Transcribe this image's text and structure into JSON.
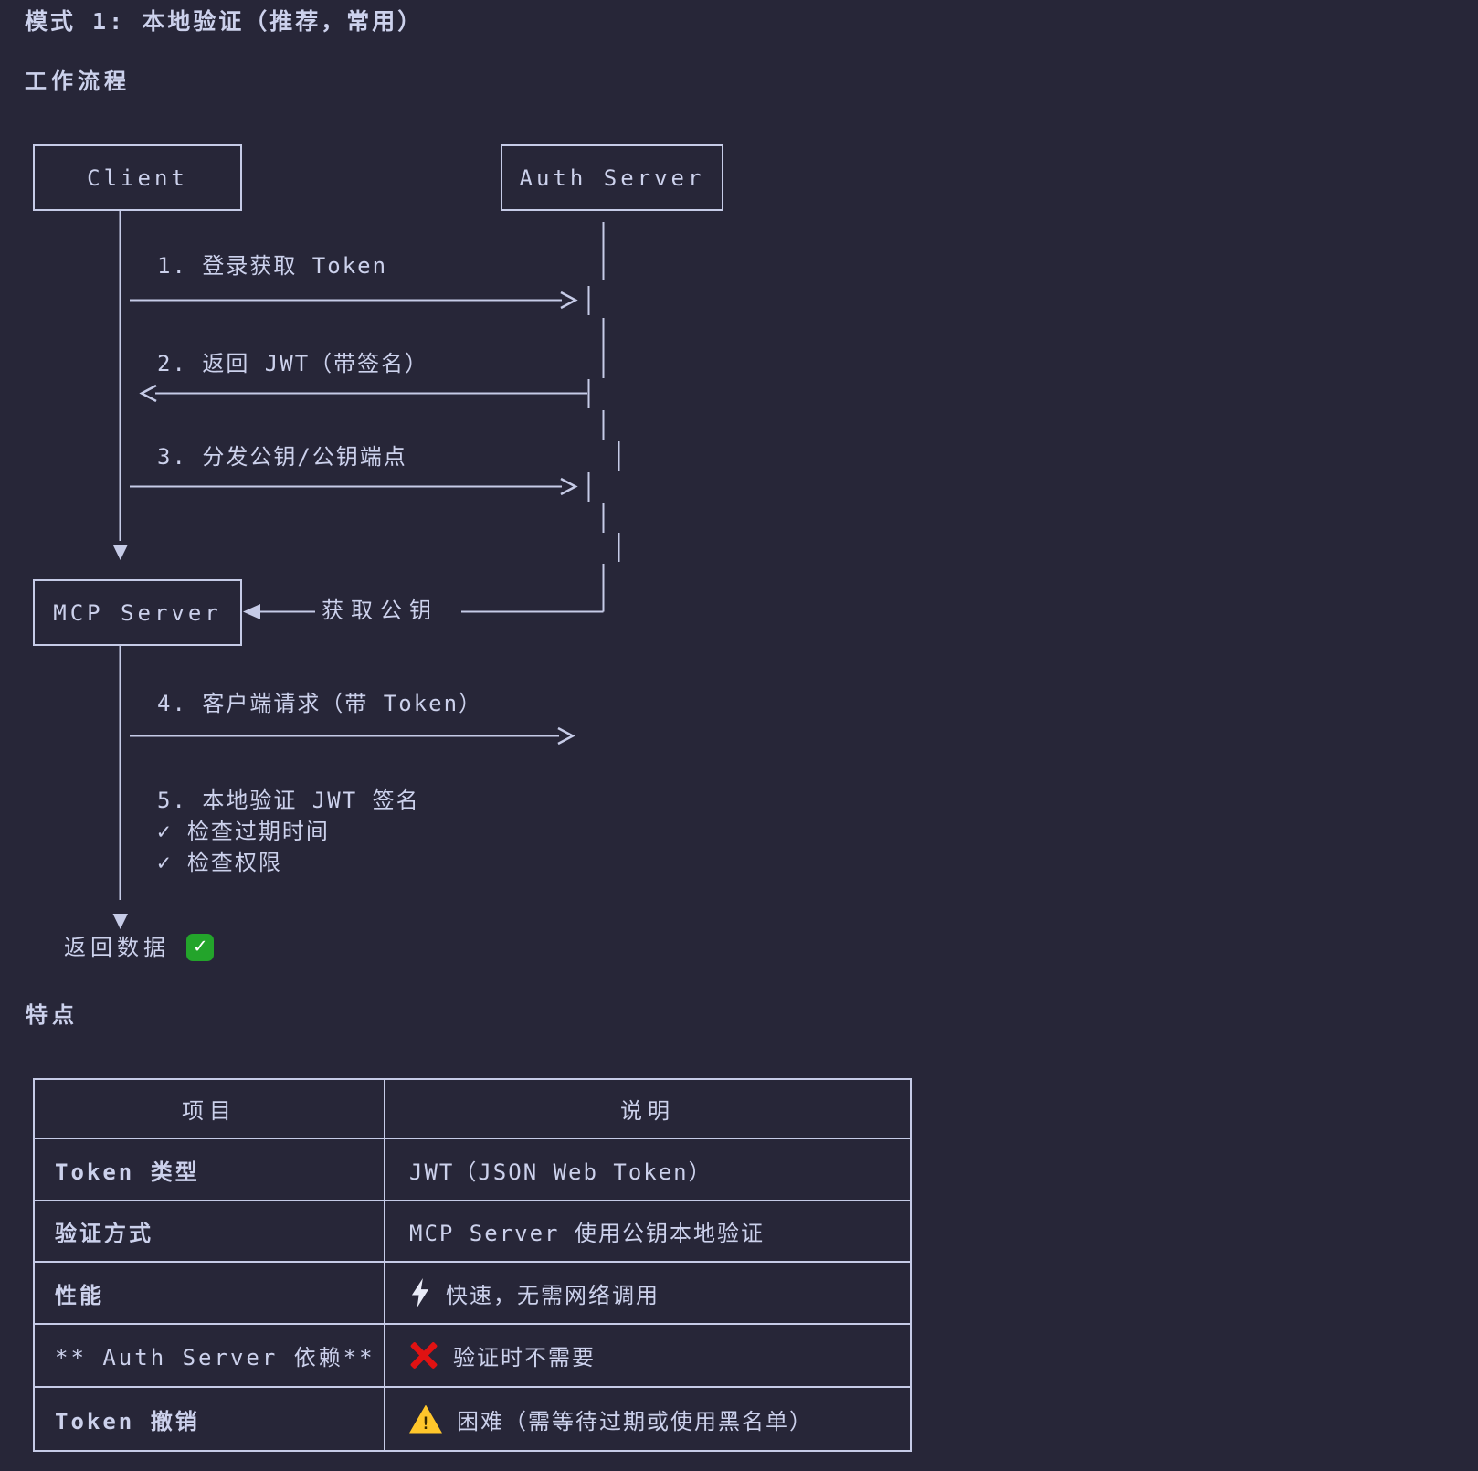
{
  "page": {
    "title": "模式 1: 本地验证（推荐，常用）",
    "section_workflow": "工作流程",
    "section_features": "特点"
  },
  "diagram": {
    "actors": {
      "client": "Client",
      "auth_server": "Auth Server",
      "mcp_server": "MCP Server"
    },
    "steps": {
      "s1": "1. 登录获取 Token",
      "s2": "2. 返回 JWT（带签名）",
      "s3": "3. 分发公钥/公钥端点",
      "fetch_key": "获取公钥",
      "s4": "4. 客户端请求（带 Token）",
      "s5_line1": "5. 本地验证 JWT 签名",
      "s5_line2": "✓ 检查过期时间",
      "s5_line3": "✓ 检查权限",
      "result": "返回数据",
      "result_icon": "check-mark-button"
    }
  },
  "table": {
    "headers": [
      "项目",
      "说明"
    ],
    "rows": [
      {
        "item": "Token 类型",
        "desc": "JWT（JSON Web Token）",
        "icon": ""
      },
      {
        "item": "验证方式",
        "desc": "MCP Server 使用公钥本地验证",
        "icon": ""
      },
      {
        "item": "性能",
        "desc": "快速，无需网络调用",
        "icon": "lightning"
      },
      {
        "item": "** Auth Server 依赖**",
        "desc": "验证时不需要",
        "icon": "cross-mark"
      },
      {
        "item": "Token 撤销",
        "desc": "困难（需等待过期或使用黑名单）",
        "icon": "warning"
      }
    ]
  },
  "colors": {
    "background": "#272638",
    "text": "#ccd1ec",
    "check_green": "#23a42b",
    "cross_red": "#e01212",
    "warning_yellow": "#ffc62b"
  }
}
